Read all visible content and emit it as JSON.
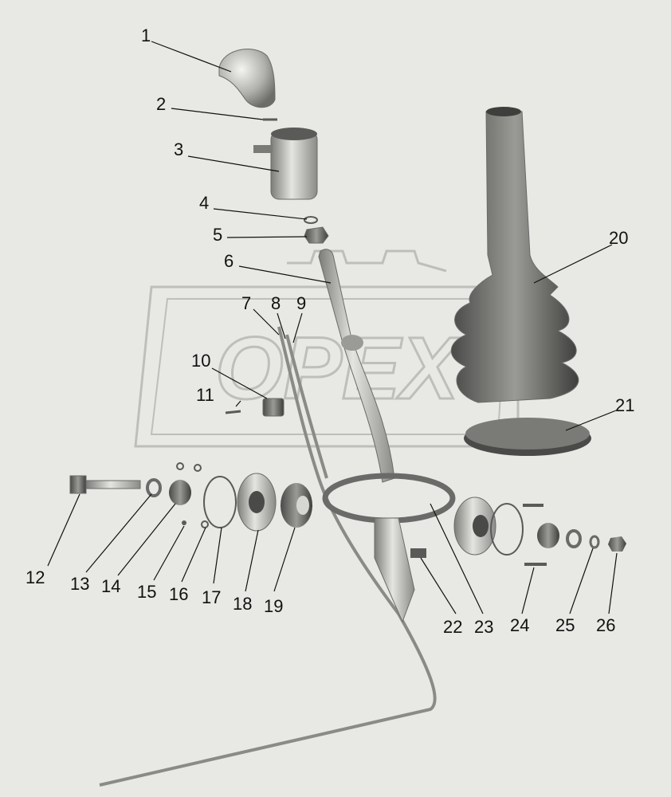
{
  "diagram": {
    "watermark_text": "OPEX",
    "callouts": [
      {
        "id": "1",
        "label": "1"
      },
      {
        "id": "2",
        "label": "2"
      },
      {
        "id": "3",
        "label": "3"
      },
      {
        "id": "4",
        "label": "4"
      },
      {
        "id": "5",
        "label": "5"
      },
      {
        "id": "6",
        "label": "6"
      },
      {
        "id": "7",
        "label": "7"
      },
      {
        "id": "8",
        "label": "8"
      },
      {
        "id": "9",
        "label": "9"
      },
      {
        "id": "10",
        "label": "10"
      },
      {
        "id": "11",
        "label": "11"
      },
      {
        "id": "12",
        "label": "12"
      },
      {
        "id": "13",
        "label": "13"
      },
      {
        "id": "14",
        "label": "14"
      },
      {
        "id": "15",
        "label": "15"
      },
      {
        "id": "16",
        "label": "16"
      },
      {
        "id": "17",
        "label": "17"
      },
      {
        "id": "18",
        "label": "18"
      },
      {
        "id": "19",
        "label": "19"
      },
      {
        "id": "20",
        "label": "20"
      },
      {
        "id": "21",
        "label": "21"
      },
      {
        "id": "22",
        "label": "22"
      },
      {
        "id": "23",
        "label": "23"
      },
      {
        "id": "24",
        "label": "24"
      },
      {
        "id": "25",
        "label": "25"
      },
      {
        "id": "26",
        "label": "26"
      }
    ],
    "colors": {
      "background": "#e8e8e4",
      "part_light": "#d6d6d2",
      "part_mid": "#a8a8a4",
      "part_dark": "#5a5a58",
      "ink": "#111111"
    }
  }
}
